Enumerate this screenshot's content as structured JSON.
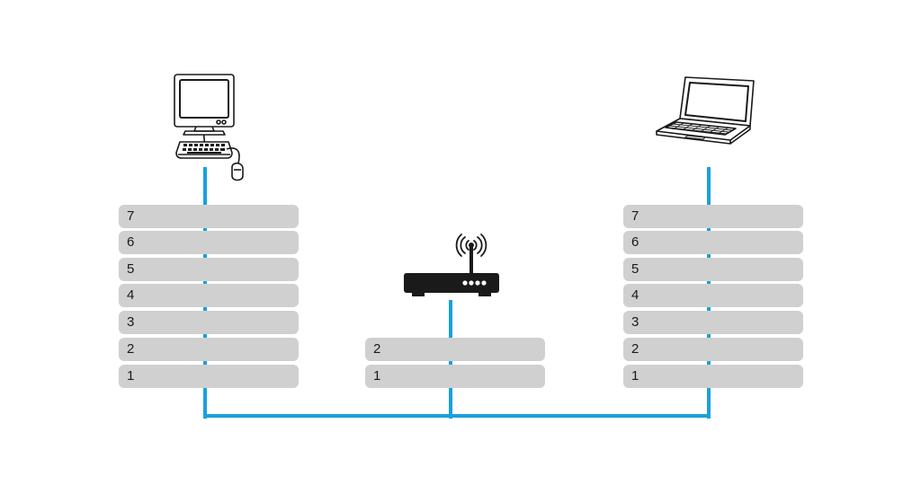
{
  "diagram": {
    "colors": {
      "link": "#1aa0dc",
      "layer_fill": "#d0d0d0",
      "text": "#1a1a1a",
      "device": "#1a1a1a"
    },
    "nodes": [
      {
        "id": "desktop",
        "device_icon": "desktop-computer-icon",
        "layers": [
          "7",
          "6",
          "5",
          "4",
          "3",
          "2",
          "1"
        ]
      },
      {
        "id": "router",
        "device_icon": "wireless-router-icon",
        "layers": [
          "2",
          "1"
        ]
      },
      {
        "id": "laptop",
        "device_icon": "laptop-icon",
        "layers": [
          "7",
          "6",
          "5",
          "4",
          "3",
          "2",
          "1"
        ]
      }
    ]
  }
}
